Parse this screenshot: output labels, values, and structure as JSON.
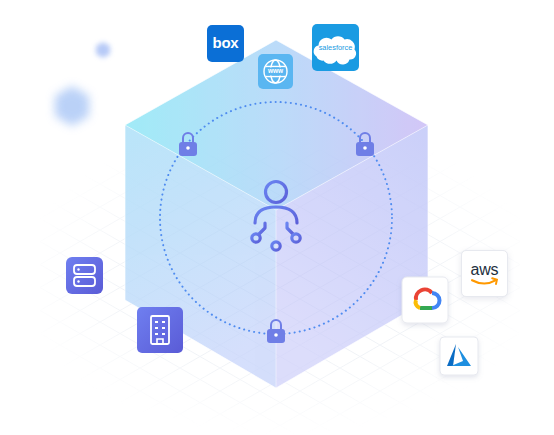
{
  "diagram": {
    "nodes": [
      {
        "text": [
          "box"
        ]
      },
      {
        "text": [
          "www"
        ]
      },
      {
        "text": [
          "salesforce"
        ]
      },
      {
        "text": [
          "aws"
        ]
      }
    ]
  }
}
